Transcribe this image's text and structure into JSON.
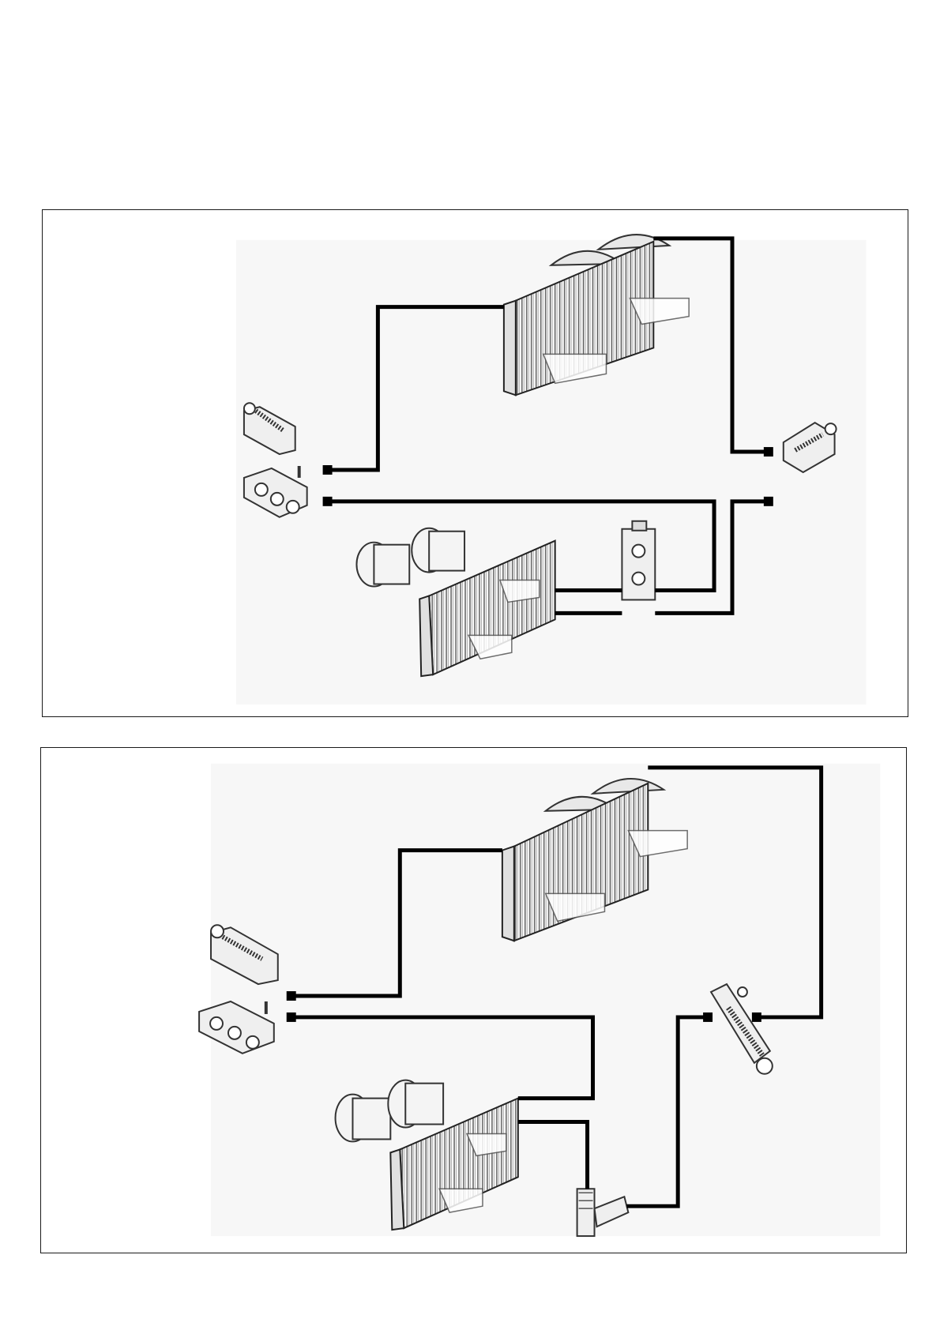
{
  "diagrams": [
    {
      "id": "top",
      "components": [
        {
          "name": "condenser-with-fans",
          "icon": "condenser-icon"
        },
        {
          "name": "evaporator-with-blower",
          "icon": "evaporator-icon"
        },
        {
          "name": "expansion-valve-block",
          "icon": "expansion-valve-icon"
        },
        {
          "name": "compressor-suction-fitting",
          "icon": "service-fitting-icon"
        },
        {
          "name": "compressor-discharge-block",
          "icon": "manifold-block-icon"
        },
        {
          "name": "receiver-fitting",
          "icon": "service-fitting-icon"
        }
      ]
    },
    {
      "id": "bottom",
      "components": [
        {
          "name": "condenser-with-fans",
          "icon": "condenser-icon"
        },
        {
          "name": "evaporator-with-blower",
          "icon": "evaporator-icon"
        },
        {
          "name": "orifice-tube-fitting",
          "icon": "elbow-fitting-icon"
        },
        {
          "name": "compressor-suction-fitting",
          "icon": "service-fitting-icon"
        },
        {
          "name": "compressor-discharge-block",
          "icon": "manifold-block-icon"
        },
        {
          "name": "accumulator-fitting",
          "icon": "service-fitting-icon"
        }
      ]
    }
  ],
  "colors": {
    "pipe": "#000000",
    "frame": "#1a1a1a",
    "part_fill": "#f0f0f0",
    "part_stroke": "#333333"
  }
}
